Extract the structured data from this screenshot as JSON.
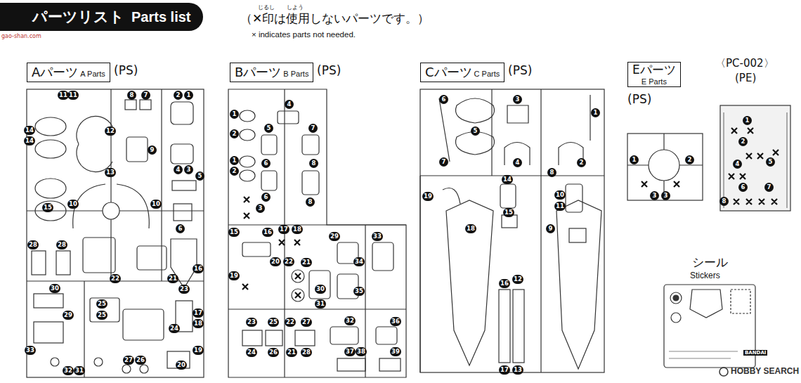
{
  "diagram": {
    "nodes": [
      {
        "text": [
          "パーツリスト",
          "Parts list"
        ]
      },
      {
        "text": [
          "Aパーツ",
          "A Parts"
        ]
      },
      {
        "text": [
          "Bパーツ",
          "B Parts"
        ]
      },
      {
        "text": [
          "Cパーツ",
          "C Parts"
        ]
      },
      {
        "text": [
          "Eパーツ",
          "E Parts"
        ]
      }
    ],
    "labels": [
      "（✕印は使用しないパーツです。）",
      "じるし",
      "しよう",
      "× indicates parts not needed.",
      "(PS)",
      "(PS)",
      "(PS)",
      "(PS)",
      "〈PC-002〉",
      "(PE)",
      "シール",
      "Stickers",
      "BANDAI",
      "gao-shan.com",
      "HOBBY SEARCH",
      "11",
      "11",
      "8",
      "7",
      "2",
      "1",
      "14",
      "14",
      "12",
      "9",
      "13",
      "4",
      "3",
      "5",
      "15",
      "10",
      "10",
      "6",
      "16",
      "28",
      "28",
      "22",
      "21",
      "23",
      "30",
      "29",
      "25",
      "25",
      "24",
      "17",
      "18",
      "33",
      "19",
      "27",
      "26",
      "20",
      "32",
      "31",
      "4",
      "1",
      "5",
      "7",
      "2",
      "1",
      "6",
      "8",
      "2",
      "6",
      "3",
      "8",
      "15",
      "16",
      "17",
      "18",
      "29",
      "33",
      "20",
      "22",
      "21",
      "34",
      "19",
      "30",
      "31",
      "35",
      "23",
      "25",
      "22",
      "27",
      "32",
      "36",
      "24",
      "26",
      "21",
      "28",
      "37",
      "38",
      "39",
      "6",
      "3",
      "1",
      "5",
      "7",
      "4",
      "2",
      "8",
      "14",
      "10",
      "19",
      "15",
      "11",
      "18",
      "9",
      "16",
      "12",
      "17",
      "13",
      "1",
      "2",
      "3",
      "3",
      "1",
      "2",
      "4",
      "5",
      "6",
      "7",
      "8"
    ]
  }
}
